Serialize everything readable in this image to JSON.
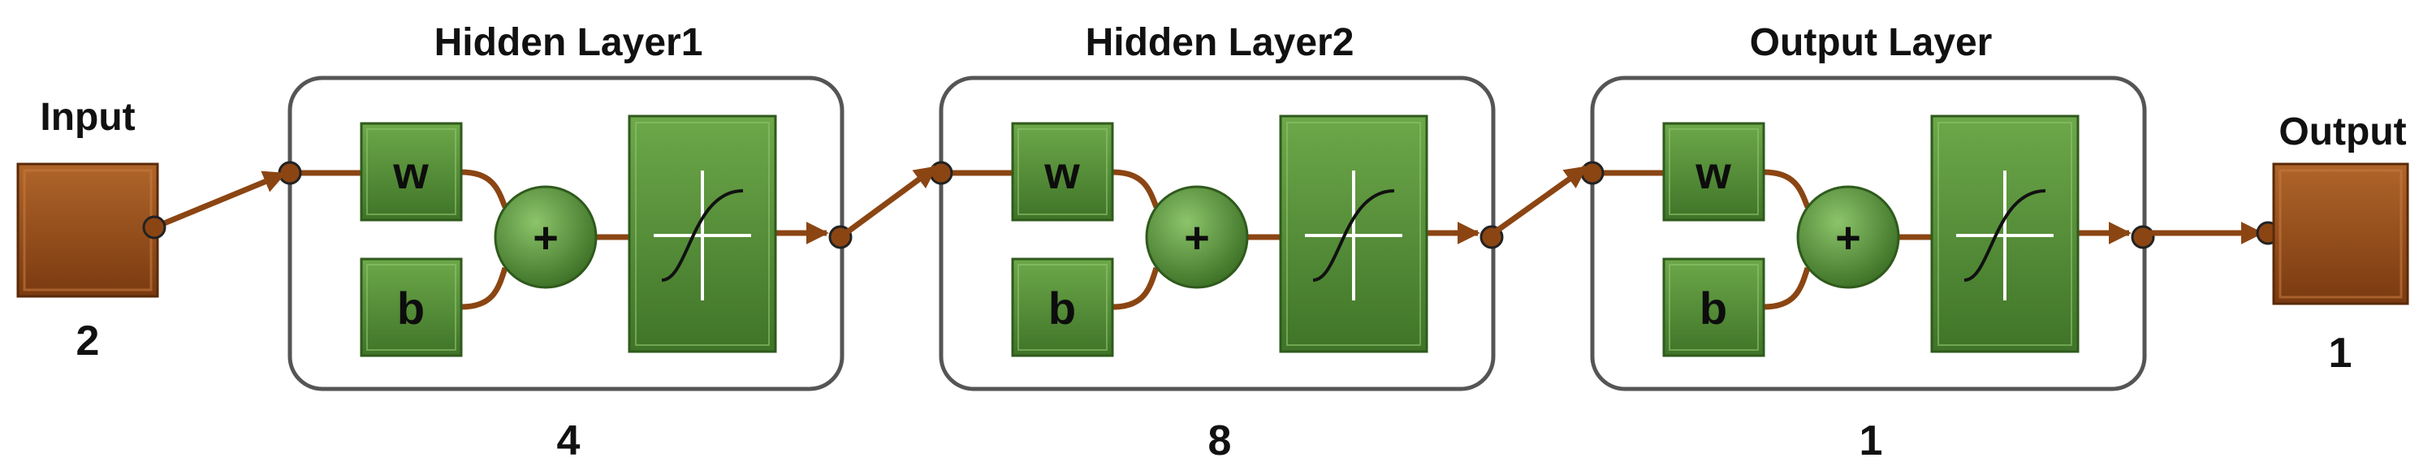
{
  "input": {
    "title": "Input",
    "count": "2"
  },
  "output": {
    "title": "Output",
    "count": "1"
  },
  "layers": [
    {
      "title": "Hidden Layer1",
      "count": "4",
      "weight_symbol": "w",
      "bias_symbol": "b",
      "sum_symbol": "+"
    },
    {
      "title": "Hidden Layer2",
      "count": "8",
      "weight_symbol": "w",
      "bias_symbol": "b",
      "sum_symbol": "+"
    },
    {
      "title": "Output Layer",
      "count": "1",
      "weight_symbol": "w",
      "bias_symbol": "b",
      "sum_symbol": "+"
    }
  ],
  "colors": {
    "connection": "#8b4513",
    "io_block": "#8b4513",
    "green_block": "#4f8a36",
    "frame_stroke": "#555555"
  },
  "icons": {
    "activation": "sigmoid-curve-icon"
  }
}
